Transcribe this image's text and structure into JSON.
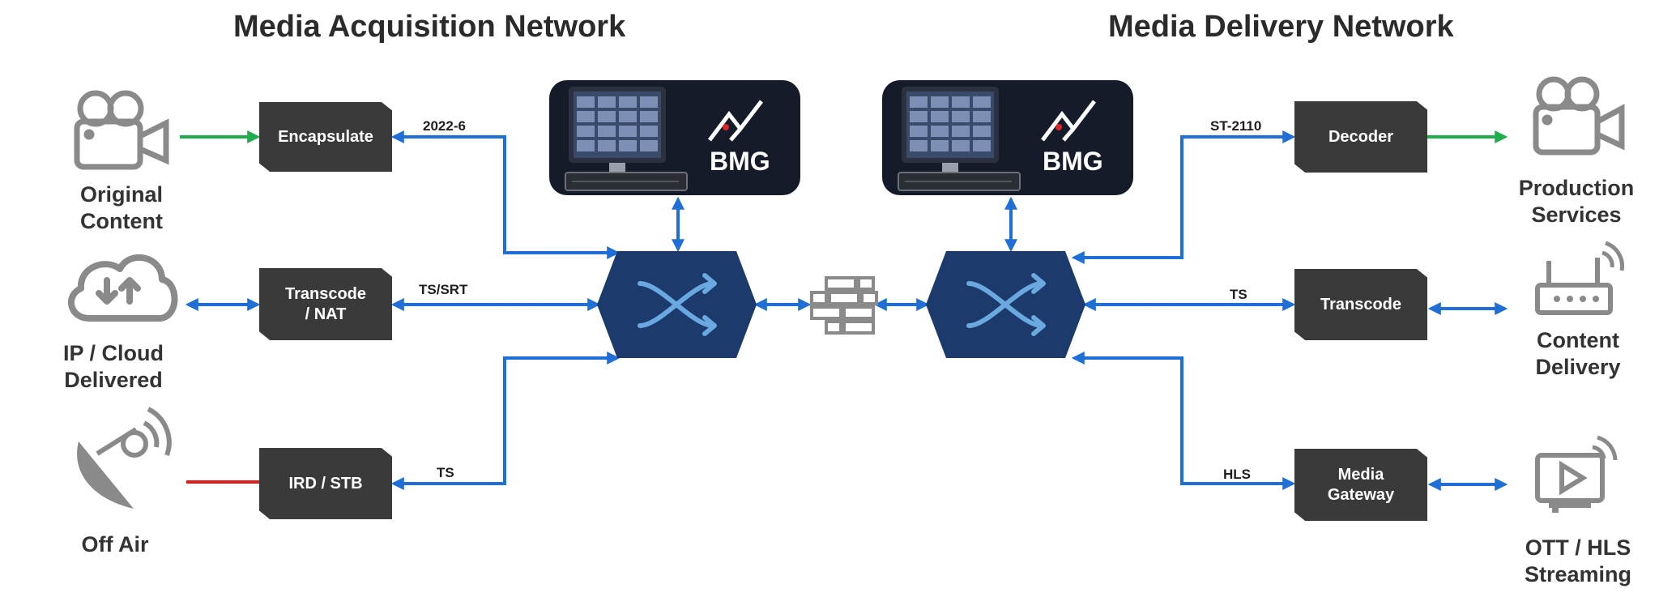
{
  "titles": {
    "acquisition": "Media Acquisition Network",
    "delivery": "Media Delivery Network"
  },
  "sources": [
    {
      "label": "Original\nContent",
      "icon": "video-camera-icon"
    },
    {
      "label": "IP / Cloud\nDelivered",
      "icon": "cloud-upload-download-icon"
    },
    {
      "label": "Off Air",
      "icon": "satellite-dish-icon"
    }
  ],
  "acquisition_boxes": [
    {
      "label": "Encapsulate",
      "edge": "2022-6"
    },
    {
      "label": "Transcode\n/ NAT",
      "edge": "TS/SRT"
    },
    {
      "label": "IRD / STB",
      "edge": "TS"
    }
  ],
  "bmg": {
    "left_label": "BMG",
    "right_label": "BMG"
  },
  "delivery_boxes": [
    {
      "label": "Decoder",
      "edge": "ST-2110"
    },
    {
      "label": "Transcode",
      "edge": "TS"
    },
    {
      "label": "Media\nGateway",
      "edge": "HLS"
    }
  ],
  "destinations": [
    {
      "label": "Production\nServices",
      "icon": "video-camera-icon"
    },
    {
      "label": "Content\nDelivery",
      "icon": "wireless-router-icon"
    },
    {
      "label": "OTT / HLS\nStreaming",
      "icon": "streaming-monitor-icon"
    }
  ],
  "switch_icon": "crossing-arrows-switch-icon",
  "firewall_icon": "firewall-bricks-icon",
  "colors": {
    "box": "#3a3a3a",
    "switch": "#1c3a6b",
    "switch_arrows": "#6aa8e0",
    "link": "#1f6fd6",
    "green_link": "#1fae4b",
    "red_link": "#e01b1b",
    "icon_gray": "#8a8a8a",
    "panel": "#161b2a"
  }
}
